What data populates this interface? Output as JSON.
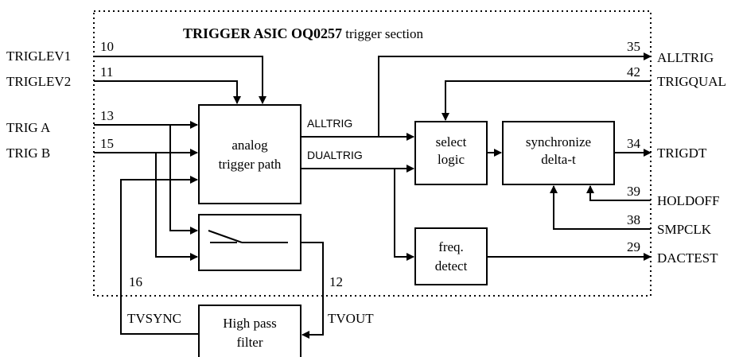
{
  "title": {
    "bold": "TRIGGER ASIC OQ0257",
    "rest": " trigger section"
  },
  "blocks": {
    "analog_trigger_path": [
      "analog",
      "trigger path"
    ],
    "select_logic": [
      "select",
      "logic"
    ],
    "synchronize": [
      "synchronize",
      "delta-t"
    ],
    "freq_detect": [
      "freq.",
      "detect"
    ],
    "high_pass_filter": [
      "High pass",
      "filter"
    ]
  },
  "inputs": {
    "triglev1": {
      "label": "TRIGLEV1",
      "pin": "10"
    },
    "triglev2": {
      "label": "TRIGLEV2",
      "pin": "11"
    },
    "trig_a": {
      "label": "TRIG A",
      "pin": "13"
    },
    "trig_b": {
      "label": "TRIG B",
      "pin": "15"
    }
  },
  "outputs": {
    "alltrig": {
      "label": "ALLTRIG",
      "pin": "35"
    },
    "trigqual": {
      "label": "TRIGQUAL",
      "pin": "42"
    },
    "trigdt": {
      "label": "TRIGDT",
      "pin": "34"
    },
    "holdoff": {
      "label": "HOLDOFF",
      "pin": "39"
    },
    "smpclk": {
      "label": "SMPCLK",
      "pin": "38"
    },
    "dactest": {
      "label": "DACTEST",
      "pin": "29"
    }
  },
  "bottom": {
    "tvsync": {
      "label": "TVSYNC",
      "pin": "16"
    },
    "tvout": {
      "label": "TVOUT",
      "pin": "12"
    }
  },
  "internal_signals": {
    "alltrig": "ALLTRIG",
    "dualtrig": "DUALTRIG"
  }
}
